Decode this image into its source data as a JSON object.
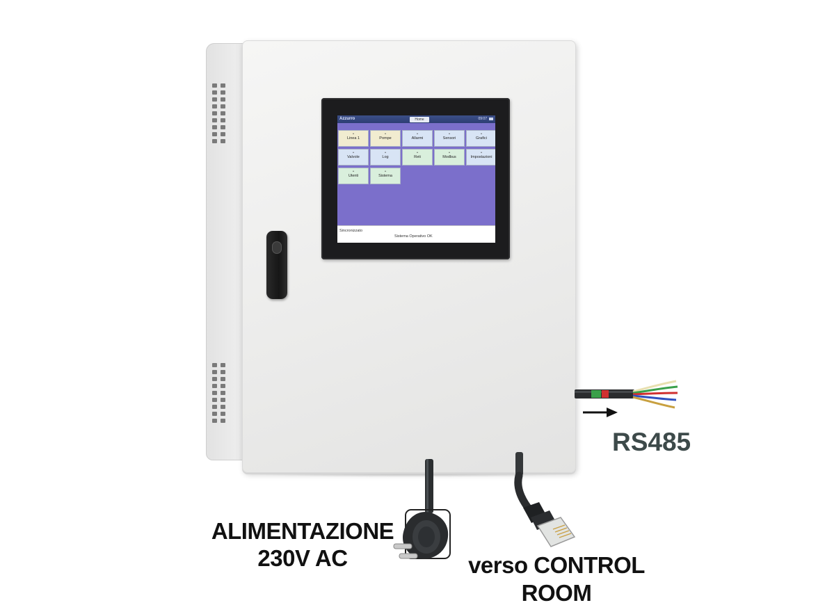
{
  "hmi": {
    "brand": "Azzurro",
    "active_tab": "Home",
    "clock": "09:07",
    "tiles": [
      {
        "label": "Linea 1",
        "color": "#f1ecd0"
      },
      {
        "label": "Pompe",
        "color": "#f1ecd0"
      },
      {
        "label": "Allarmi",
        "color": "#d8e4f5"
      },
      {
        "label": "Sensori",
        "color": "#d8e4f5"
      },
      {
        "label": "Grafici",
        "color": "#d8e4f5"
      },
      {
        "label": "Valvole",
        "color": "#d8e4f5"
      },
      {
        "label": "Log",
        "color": "#d8e4f5"
      },
      {
        "label": "Reti",
        "color": "#d9efdc"
      },
      {
        "label": "Modbus",
        "color": "#d9efdc"
      },
      {
        "label": "Impostazioni",
        "color": "#d8e4f5"
      },
      {
        "label": "Utenti",
        "color": "#d9efdc"
      },
      {
        "label": "Sistema",
        "color": "#d9efdc"
      }
    ],
    "status_left": "Sincronizzato",
    "status_center": "Sistema Operativo OK"
  },
  "labels": {
    "power_line1": "ALIMENTAZIONE",
    "power_line2": "230V AC",
    "room_line1": "verso CONTROL",
    "room_line2": "ROOM",
    "rs485": "RS485"
  },
  "colors": {
    "display_background": "#7b6fcb",
    "rs485_label": "#3d4a4a",
    "wire_colors": [
      "#e8e0b0",
      "#3aa04a",
      "#d03030",
      "#3050c0",
      "#c8a040"
    ]
  },
  "icons": [
    "power-plug-icon",
    "rj45-connector-icon",
    "arrow-right-icon"
  ]
}
